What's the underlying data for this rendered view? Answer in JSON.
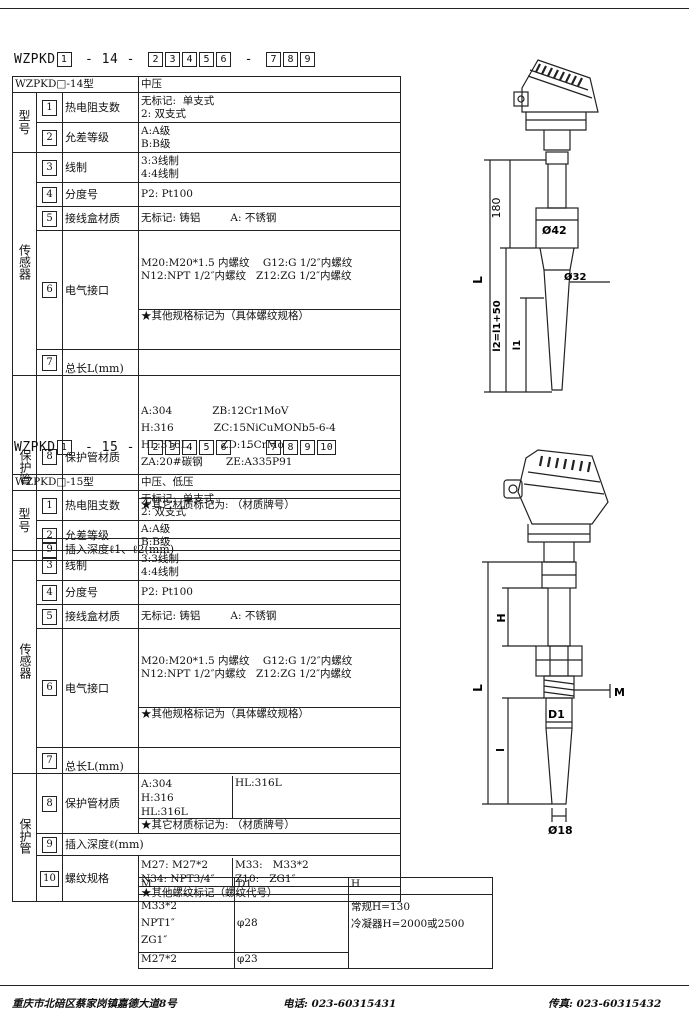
{
  "section1": {
    "code": {
      "prefix": "WZPKD",
      "slot1": "1",
      "mid": " - 14 - ",
      "slots_a": [
        "2",
        "3",
        "4",
        "5",
        "6"
      ],
      "sep": " - ",
      "slots_b": [
        "7",
        "8",
        "9"
      ]
    },
    "header": {
      "model": "WZPKD□-14型",
      "pressure": "中压"
    },
    "groups": {
      "g1": "型号",
      "g2": "传感器",
      "g3": "保护管"
    },
    "rows": [
      {
        "n": "1",
        "name": "热电阻支数",
        "value": "无标记:  单支式\n2: 双支式"
      },
      {
        "n": "2",
        "name": "允差等级",
        "value": "A:A级\nB:B级"
      },
      {
        "n": "3",
        "name": "线制",
        "value": "3:3线制\n4:4线制"
      },
      {
        "n": "4",
        "name": "分度号",
        "value": "P2: Pt100"
      },
      {
        "n": "5",
        "name": "接线盒材质",
        "value": "无标记: 铸铝         A: 不锈钢"
      },
      {
        "n": "6",
        "name": "电气接口",
        "value": "M20:M20*1.5 内螺纹    G12:G 1/2″内螺纹\nN12:NPT 1/2″内螺纹   Z12:ZG 1/2″内螺纹",
        "note": "★其他规格标记为（具体螺纹规格）"
      },
      {
        "n": "7",
        "name": "总长L(mm)",
        "value": ""
      },
      {
        "n": "8",
        "name": "保护管材质",
        "value": "A:304            ZB:12Cr1MoV\nH:316            ZC:15NiCuMONb5-6-4\nHL:316L          ZD:15CrMo\nZA:20#碳钢       ZE:A335P91",
        "note": "★其它材质标记为: （材质牌号）"
      },
      {
        "n": "9",
        "name": "插入深度ℓ1、ℓ2(mm)",
        "value": ""
      }
    ]
  },
  "section2": {
    "code": {
      "prefix": "WZPKD",
      "slot1": "1",
      "mid": " - 15 - ",
      "slots_a": [
        "2",
        "3",
        "4",
        "5",
        "6"
      ],
      "sep": " - ",
      "slots_b": [
        "7",
        "8",
        "9",
        "10"
      ]
    },
    "header": {
      "model": "WZPKD□-15型",
      "pressure": "中压、低压"
    },
    "groups": {
      "g1": "型号",
      "g2": "传感器",
      "g3": "保护管"
    },
    "rows": [
      {
        "n": "1",
        "name": "热电阻支数",
        "value": "无标记:  单支式\n2: 双支式"
      },
      {
        "n": "2",
        "name": "允差等级",
        "value": "A:A级\nB:B级"
      },
      {
        "n": "3",
        "name": "线制",
        "value": "3:3线制\n4:4线制"
      },
      {
        "n": "4",
        "name": "分度号",
        "value": "P2: Pt100"
      },
      {
        "n": "5",
        "name": "接线盒材质",
        "value": "无标记: 铸铝         A: 不锈钢"
      },
      {
        "n": "6",
        "name": "电气接口",
        "value": "M20:M20*1.5 内螺纹    G12:G 1/2″内螺纹\nN12:NPT 1/2″内螺纹   Z12:ZG 1/2″内螺纹",
        "note": "★其他规格标记为（具体螺纹规格）"
      },
      {
        "n": "7",
        "name": "总长L(mm)",
        "value": ""
      },
      {
        "n": "8",
        "name": "保护管材质",
        "left": "A:304\nH:316\nHL:316L",
        "right": "HL:316L",
        "note": "★其它材质标记为: （材质牌号）"
      },
      {
        "n": "9",
        "name": "插入深度ℓ(mm)",
        "value": ""
      },
      {
        "n": "10",
        "name": "螺纹规格",
        "left": "M27: M27*2\nN34: NPT3/4″",
        "right": "M33:   M33*2\nZ10:   ZG1″",
        "note": "★其他螺纹标记（螺纹代号）"
      }
    ]
  },
  "dim_table": {
    "headers": [
      "M",
      "D1",
      "H"
    ],
    "row1_m": "M33*2\nNPT1″\nZG1″",
    "row1_d": "φ28",
    "row2_m": "M27*2",
    "row2_d": "φ23",
    "h_text": "常规H=130\n冷凝器H=2000或2500"
  },
  "drawing1": {
    "dim_180": "180",
    "dim_42": "Ø42",
    "dim_32": "Ø32",
    "dim_L": "L",
    "dim_l": "l2=l1+50",
    "dim_l1": "l1"
  },
  "drawing2": {
    "dim_H": "H",
    "dim_M": "M",
    "dim_L": "L",
    "dim_l": "l",
    "dim_D1": "D1",
    "dim_18": "Ø18"
  },
  "footer": {
    "address": "重庆市北碚区蔡家岗镇嘉德大道8号",
    "phone": "电话: 023-60315431",
    "fax": "传真: 023-60315432"
  }
}
